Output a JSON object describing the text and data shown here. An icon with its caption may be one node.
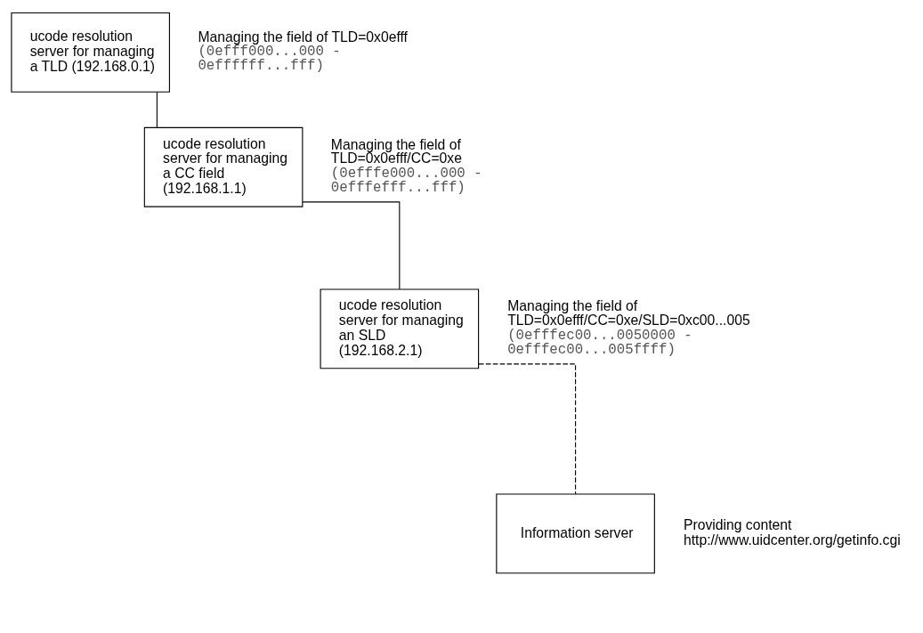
{
  "diagram": {
    "nodes": [
      {
        "text": [
          "ucode resolution server for managing a TLD (192.168.0.1)"
        ],
        "beside": [
          "Managing the field of TLD=0x0efff",
          "(0efff000...000 - 0effffff...fff)"
        ]
      },
      {
        "text": [
          "ucode resolution server for managing a CC field (192.168.1.1)"
        ],
        "beside": [
          "Managing the field of TLD=0x0efff/CC=0xe",
          "(0efffe000...000 - 0efffefff...fff)"
        ]
      },
      {
        "text": [
          "ucode resolution server for managing an SLD (192.168.2.1)"
        ],
        "beside": [
          "Managing the field of TLD=0x0efff/CC=0xe/SLD=0xc00...005",
          "(0efffec00...0050000 - 0efffec00...005ffff)"
        ]
      },
      {
        "text": [
          "Information server"
        ],
        "beside": [
          "Providing content",
          "http://www.uidcenter.org/getinfo.cgi"
        ]
      }
    ],
    "edges": [
      {
        "from": 0,
        "to": 1,
        "arrow": "none"
      },
      {
        "from": 1,
        "to": 2,
        "arrow": "none"
      },
      {
        "from": 2,
        "to": 3,
        "arrow": "none",
        "style": "dashed"
      }
    ]
  }
}
